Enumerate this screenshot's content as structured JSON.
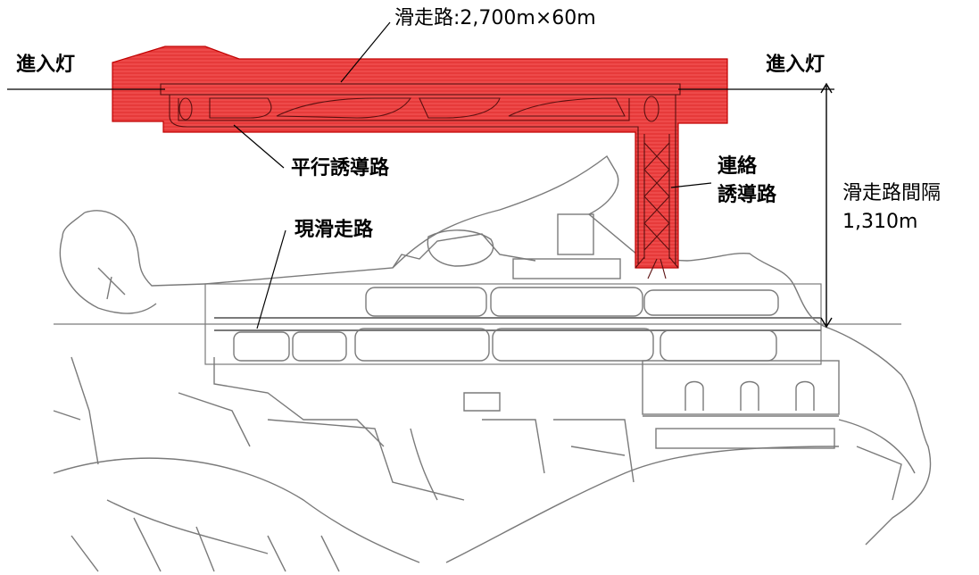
{
  "labels": {
    "runway_spec": "滑走路:2,700m×60m",
    "approach_light_left": "進入灯",
    "approach_light_right": "進入灯",
    "parallel_taxiway": "平行誘導路",
    "connecting_taxiway_line1": "連絡",
    "connecting_taxiway_line2": "誘導路",
    "runway_spacing_line1": "滑走路間隔",
    "runway_spacing_line2": "1,310m",
    "existing_runway": "現滑走路"
  },
  "colors": {
    "new_runway_fill": "#ee3b3b",
    "new_runway_stroke": "#c00000",
    "existing_lines": "#7a7a7a",
    "annotation_lines": "#000000"
  }
}
